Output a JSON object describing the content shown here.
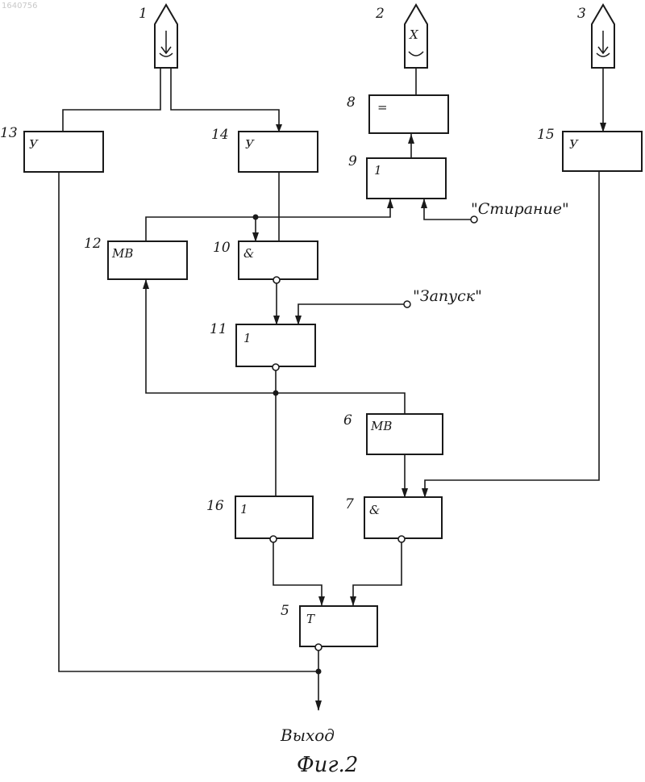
{
  "doc_number": "1640756",
  "sensors": [
    {
      "label": "1",
      "symbol": "⇣"
    },
    {
      "label": "2",
      "symbol": "X"
    },
    {
      "label": "3",
      "symbol": "⇣"
    }
  ],
  "blocks": {
    "b5": {
      "num": "5",
      "text": "T"
    },
    "b6": {
      "num": "6",
      "text": "MB"
    },
    "b7": {
      "num": "7",
      "text": "&"
    },
    "b8": {
      "num": "8",
      "text": "="
    },
    "b9": {
      "num": "9",
      "text": "1"
    },
    "b10": {
      "num": "10",
      "text": "&"
    },
    "b11": {
      "num": "11",
      "text": "1"
    },
    "b12": {
      "num": "12",
      "text": "MB"
    },
    "b13": {
      "num": "13",
      "text": "У"
    },
    "b14": {
      "num": "14",
      "text": "У"
    },
    "b15": {
      "num": "15",
      "text": "У"
    },
    "b16": {
      "num": "16",
      "text": "1"
    }
  },
  "signals": {
    "erase": "\"Стирание\"",
    "start": "\"Запуск\""
  },
  "output_label": "Выход",
  "figure_caption": "Фиг.2"
}
